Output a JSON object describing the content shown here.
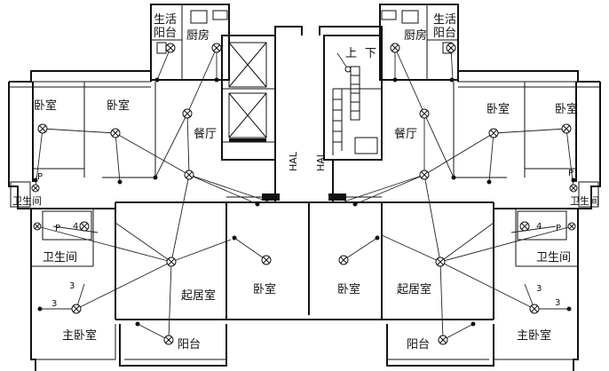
{
  "rooms": {
    "living_balcony_left": "生活\n阳台",
    "kitchen_left": "厨房",
    "kitchen_right": "厨房",
    "living_balcony_right": "生活\n阳台",
    "bedroom_nw1": "卧室",
    "bedroom_nw2": "卧室",
    "bedroom_ne1": "卧室",
    "bedroom_ne2": "卧室",
    "dining_left": "餐厅",
    "dining_right": "餐厅",
    "bathroom_left_small": "卫生间",
    "bathroom_right_small": "卫生间",
    "bathroom_left": "卫生间",
    "bathroom_right": "卫生间",
    "living_left": "起居室",
    "living_right": "起居室",
    "bedroom_mid_left": "卧室",
    "bedroom_mid_right": "卧室",
    "master_left": "主卧室",
    "master_right": "主卧室",
    "balcony_left": "阳台",
    "balcony_right": "阳台"
  },
  "stair": {
    "up": "上",
    "down": "下"
  },
  "hall_left": "HAL",
  "hall_right": "HAL",
  "marks": {
    "p": "P",
    "four": "4",
    "three": "3"
  }
}
